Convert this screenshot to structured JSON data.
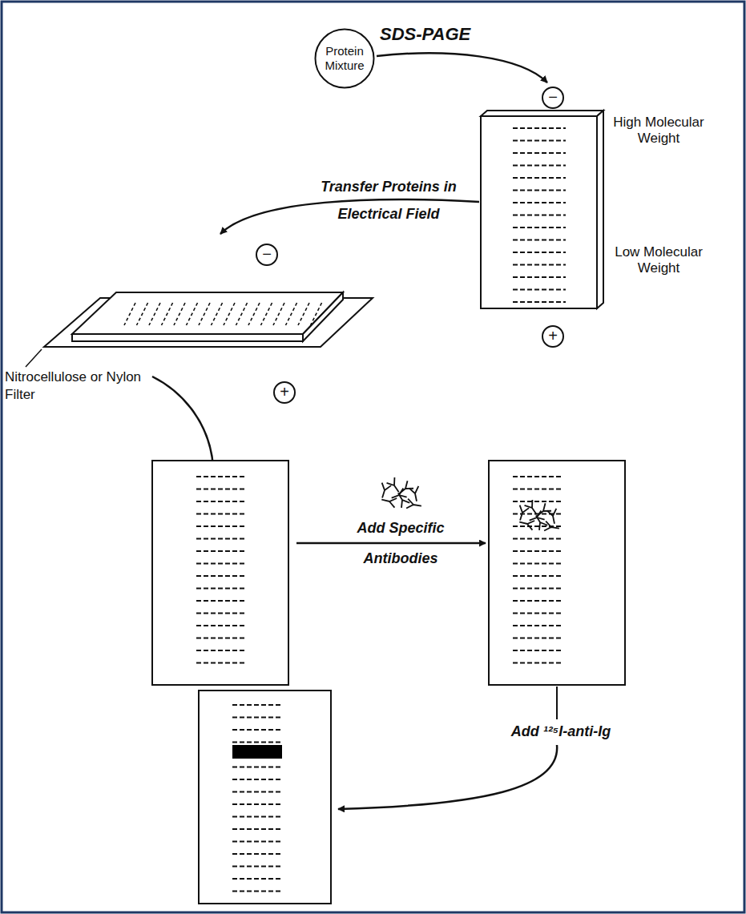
{
  "diagram": {
    "nodes": [
      {
        "text": [
          "Protein Mixture"
        ]
      }
    ],
    "edges": [],
    "labels": [
      "SDS-PAGE",
      "−",
      "High Molecular Weight",
      "Low Molecular Weight",
      "+",
      "Transfer Proteins in Electrical Field",
      "−",
      "+",
      "Nitrocellulose or Nylon Filter",
      "Add Specific Antibodies",
      "Add ¹²⁵I-anti-Ig"
    ]
  }
}
